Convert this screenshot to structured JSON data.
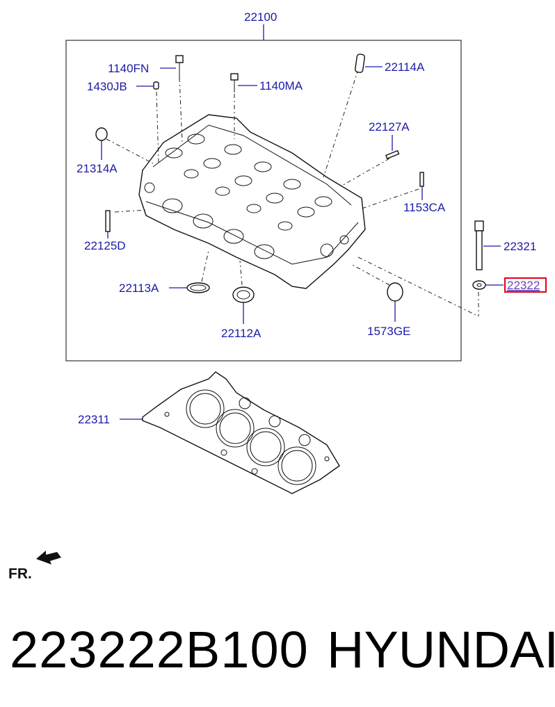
{
  "diagram": {
    "assembly_label": "22100",
    "labels": {
      "p1140FN": "1140FN",
      "p1430JB": "1430JB",
      "p1140MA": "1140MA",
      "p22114A": "22114A",
      "p22127A": "22127A",
      "p21314A": "21314A",
      "p1153CA": "1153CA",
      "p22125D": "22125D",
      "p22321": "22321",
      "p22322": "22322",
      "p22113A": "22113A",
      "p22112A": "22112A",
      "p1573GE": "1573GE",
      "p22311": "22311"
    },
    "front_indicator": "FR.",
    "highlight_color": "#e0001a"
  },
  "footer": {
    "part_number": "223222B100",
    "brand": "HYUNDAI"
  }
}
